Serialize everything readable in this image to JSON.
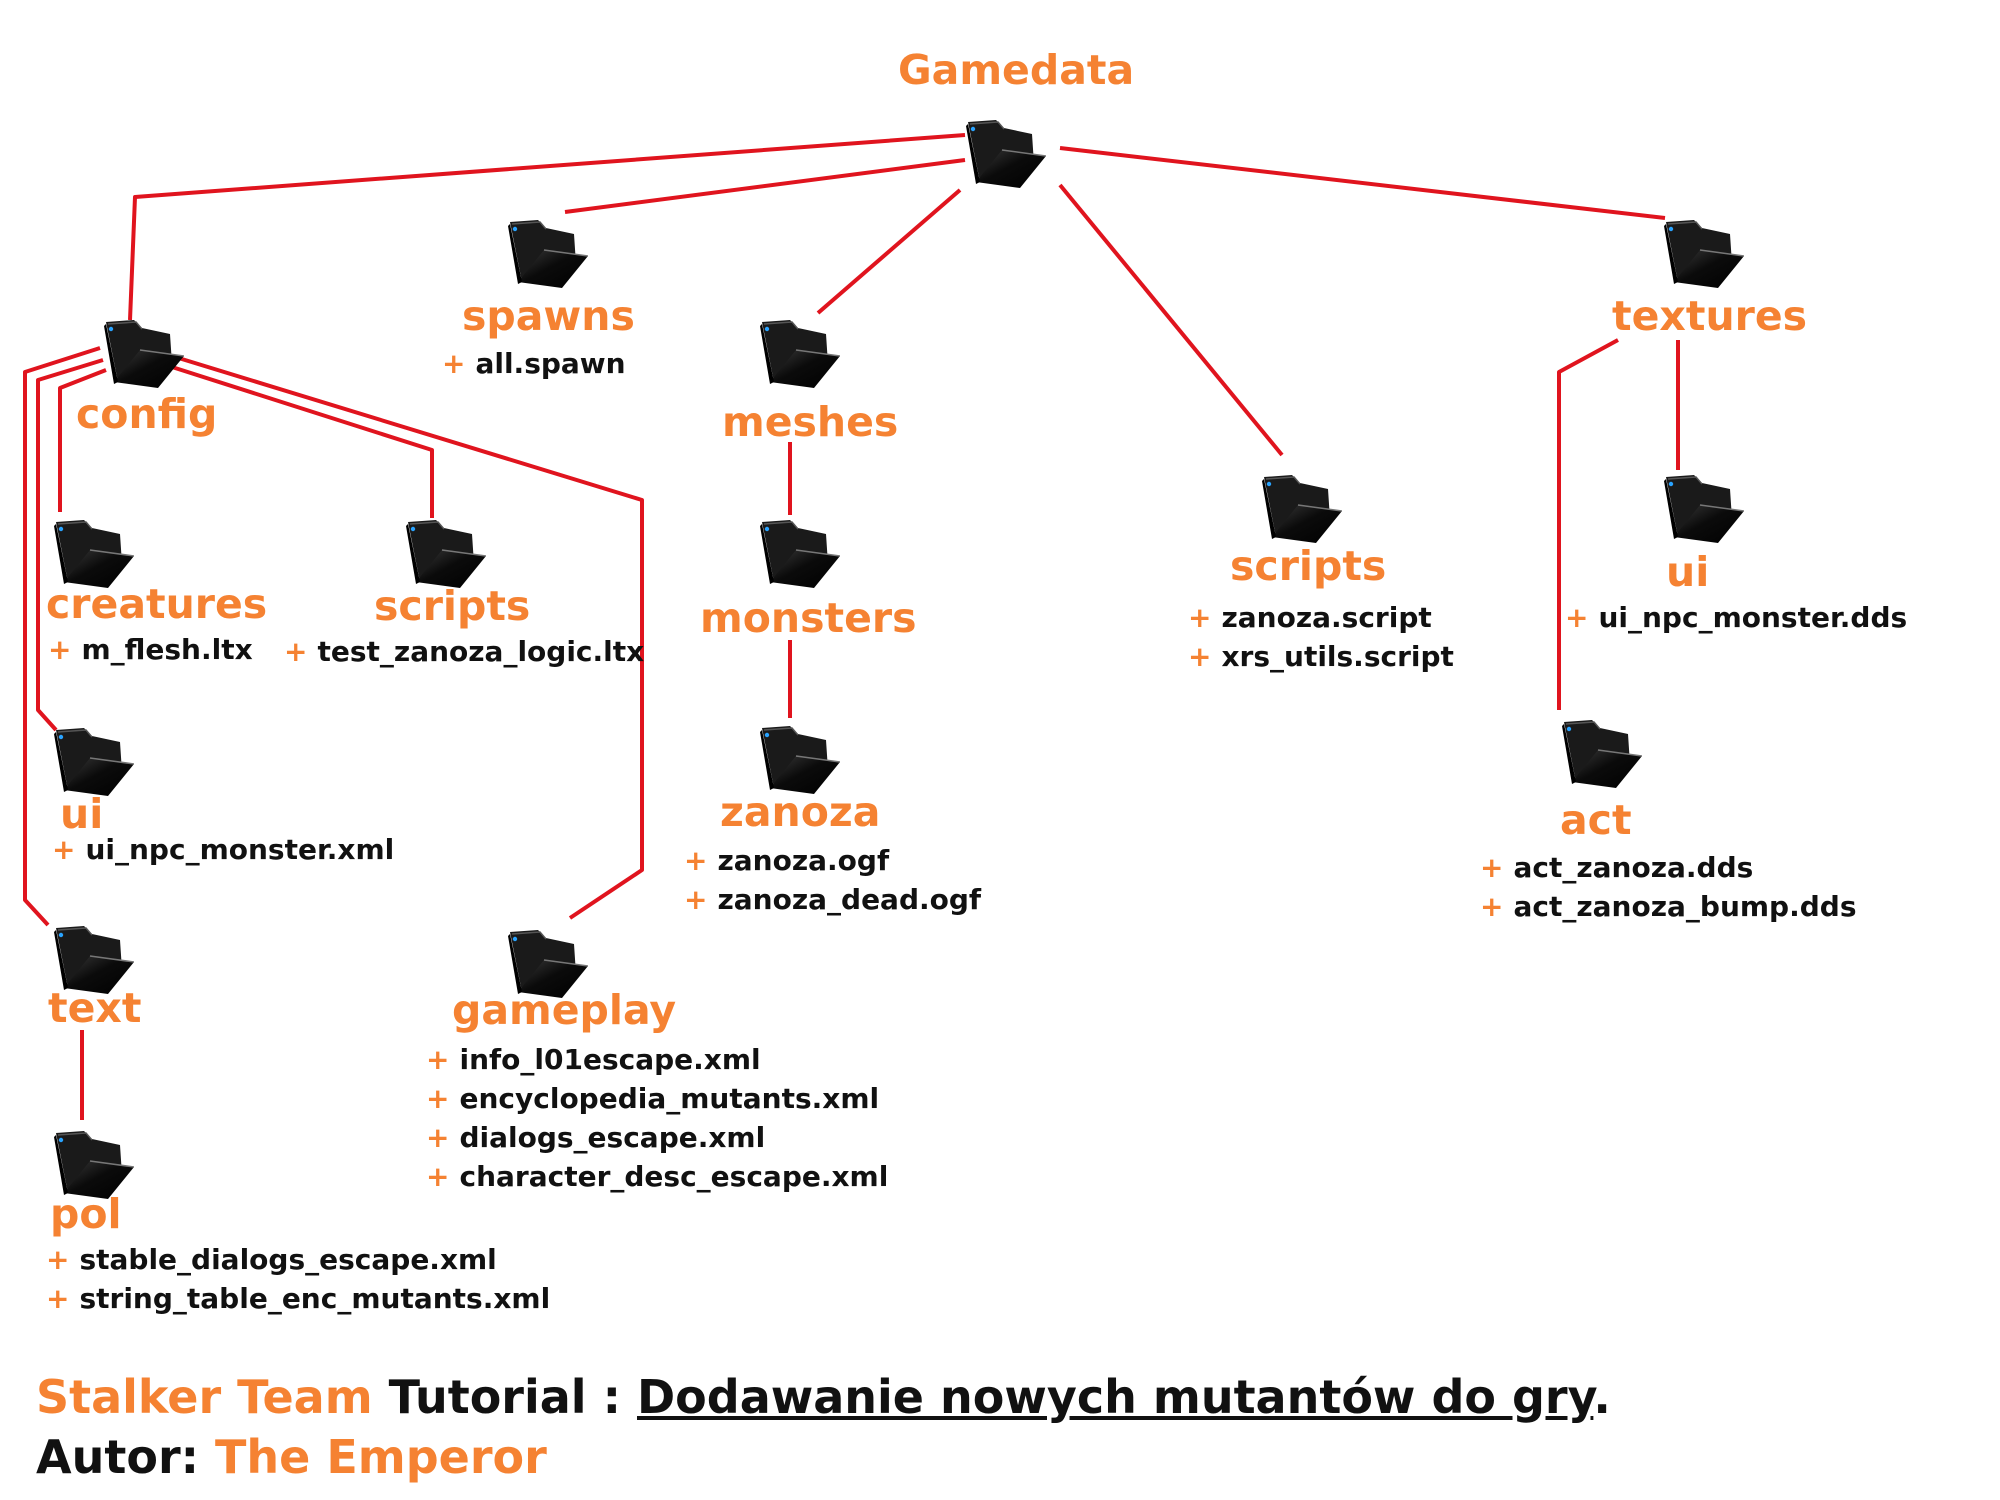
{
  "colors": {
    "label": "#f58232",
    "wire": "#e0141e",
    "text": "#111111"
  },
  "icon": "folder-icon",
  "root": {
    "label": "Gamedata"
  },
  "spawns": {
    "label": "spawns",
    "files": [
      "all.spawn"
    ]
  },
  "meshes": {
    "label": "meshes"
  },
  "monsters": {
    "label": "monsters"
  },
  "zanoza": {
    "label": "zanoza",
    "files": [
      "zanoza.ogf",
      "zanoza_dead.ogf"
    ]
  },
  "scripts_root": {
    "label": "scripts",
    "files": [
      "zanoza.script",
      "xrs_utils.script"
    ]
  },
  "textures": {
    "label": "textures"
  },
  "textures_ui": {
    "label": "ui",
    "files": [
      "ui_npc_monster.dds"
    ]
  },
  "act": {
    "label": "act",
    "files": [
      "act_zanoza.dds",
      "act_zanoza_bump.dds"
    ]
  },
  "config": {
    "label": "config"
  },
  "creatures": {
    "label": "creatures",
    "files": [
      "m_flesh.ltx"
    ]
  },
  "config_scripts": {
    "label": "scripts",
    "files": [
      "test_zanoza_logic.ltx"
    ]
  },
  "config_ui": {
    "label": "ui",
    "files": [
      "ui_npc_monster.xml"
    ]
  },
  "text": {
    "label": "text"
  },
  "pol": {
    "label": "pol",
    "files": [
      "stable_dialogs_escape.xml",
      "string_table_enc_mutants.xml"
    ]
  },
  "gameplay": {
    "label": "gameplay",
    "files": [
      "info_l01escape.xml",
      "encyclopedia_mutants.xml",
      "dialogs_escape.xml",
      "character_desc_escape.xml"
    ]
  },
  "footer": {
    "line1_orange": "Stalker Team",
    "line1_dark": "Tutorial :",
    "line1_title": "Dodawanie nowych mutantów do gry",
    "line1_end": ".",
    "line2_dark": "Autor:",
    "line2_orange": "The Emperor"
  }
}
